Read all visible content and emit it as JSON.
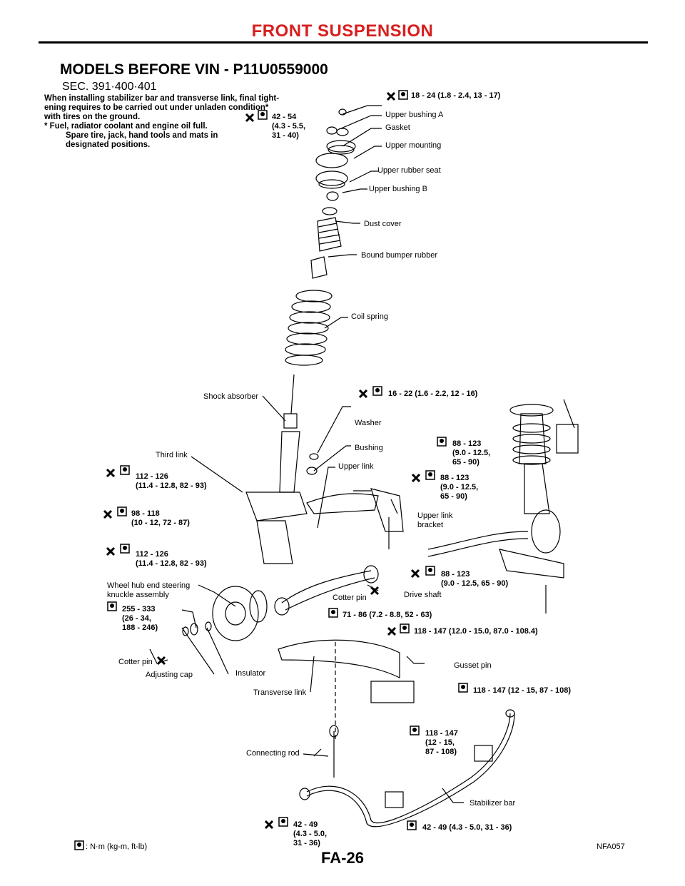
{
  "header": {
    "title": "FRONT SUSPENSION"
  },
  "section_title": "MODELS BEFORE VIN - P11U0559000",
  "sec_code": "SEC. 391·400·401",
  "notes": {
    "line1": "When installing stabilizer bar and transverse link, final tight-",
    "line2": "ening requires to be carried out under unladen condition*",
    "line3": "with tires on the ground.",
    "line4": "* Fuel, radiator coolant and engine oil full.",
    "line5": "Spare tire, jack, hand tools and mats in",
    "line6": "designated positions."
  },
  "parts": {
    "upper_bushing_a": "Upper bushing A",
    "gasket": "Gasket",
    "upper_mounting": "Upper mounting",
    "upper_rubber_seat": "Upper rubber seat",
    "upper_bushing_b": "Upper bushing B",
    "dust_cover": "Dust cover",
    "bound_bumper_rubber": "Bound bumper rubber",
    "coil_spring": "Coil spring",
    "shock_absorber": "Shock absorber",
    "washer": "Washer",
    "bushing": "Bushing",
    "third_link": "Third link",
    "upper_link": "Upper link",
    "upper_link_bracket_1": "Upper link",
    "upper_link_bracket_2": "bracket",
    "wheel_hub_1": "Wheel hub end steering",
    "wheel_hub_2": "knuckle assembly",
    "cotter_pin_1": "Cotter pin",
    "drive_shaft": "Drive shaft",
    "cotter_pin_2": "Cotter pin",
    "adjusting_cap": "Adjusting cap",
    "insulator": "Insulator",
    "gusset_pin": "Gusset pin",
    "transverse_link": "Transverse link",
    "connecting_rod": "Connecting rod",
    "stabilizer_bar": "Stabilizer bar"
  },
  "torques": {
    "t1": "18 - 24 (1.8 - 2.4, 13 - 17)",
    "t2_1": "42 - 54",
    "t2_2": "(4.3 - 5.5,",
    "t2_3": "31 - 40)",
    "t3": "16 - 22 (1.6 - 2.2, 12 - 16)",
    "t4_1": "88 - 123",
    "t4_2": "(9.0 - 12.5,",
    "t4_3": "65 - 90)",
    "t5_1": "112 - 126",
    "t5_2": "(11.4 - 12.8, 82 - 93)",
    "t6_1": "88 - 123",
    "t6_2": "(9.0 - 12.5,",
    "t6_3": "65 - 90)",
    "t7_1": "98 - 118",
    "t7_2": "(10 - 12, 72 - 87)",
    "t8_1": "112 - 126",
    "t8_2": "(11.4 - 12.8, 82 - 93)",
    "t9_1": "88 - 123",
    "t9_2": "(9.0 - 12.5, 65 - 90)",
    "t10_1": "255 - 333",
    "t10_2": "(26 - 34,",
    "t10_3": "188 - 246)",
    "t11": "71 - 86 (7.2 - 8.8, 52 - 63)",
    "t12": "118 - 147 (12.0 - 15.0, 87.0 - 108.4)",
    "t13": "118 - 147 (12 - 15, 87 - 108)",
    "t14_1": "118 - 147",
    "t14_2": "(12 - 15,",
    "t14_3": "87 - 108)",
    "t15_1": "42 - 49",
    "t15_2": "(4.3 - 5.0,",
    "t15_3": "31 - 36)",
    "t16": "42 - 49 (4.3 - 5.0, 31 - 36)"
  },
  "legend": ": N·m (kg-m, ft-lb)",
  "figure_id": "NFA057",
  "page_number": "FA-26",
  "colors": {
    "title_red": "#d81e1e",
    "ink": "#000000"
  }
}
